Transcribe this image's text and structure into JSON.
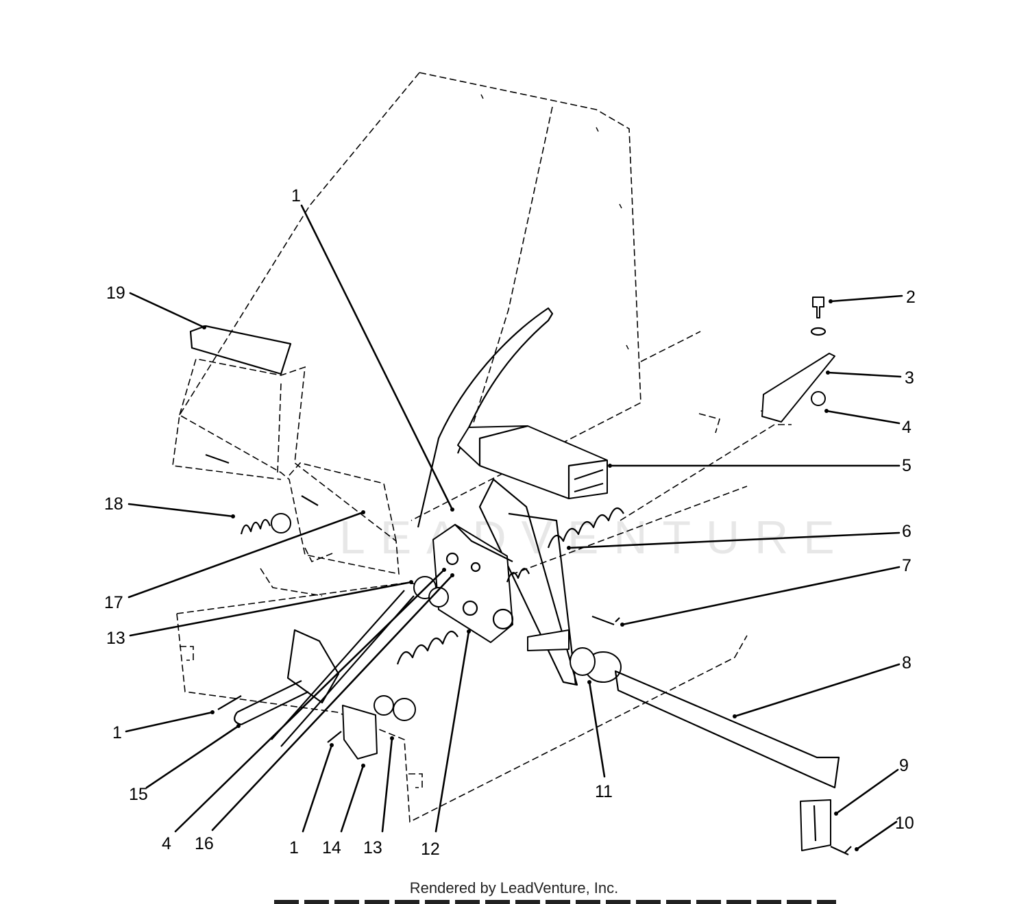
{
  "watermark": {
    "text": "LEADVENTURE"
  },
  "footer": {
    "text": "Rendered by LeadVenture, Inc."
  },
  "callouts": [
    {
      "id": "c1a",
      "label": "1"
    },
    {
      "id": "c19",
      "label": "19"
    },
    {
      "id": "c18",
      "label": "18"
    },
    {
      "id": "c17",
      "label": "17"
    },
    {
      "id": "c13a",
      "label": "13"
    },
    {
      "id": "c1b",
      "label": "1"
    },
    {
      "id": "c15",
      "label": "15"
    },
    {
      "id": "c4a",
      "label": "4"
    },
    {
      "id": "c16",
      "label": "16"
    },
    {
      "id": "c1c",
      "label": "1"
    },
    {
      "id": "c14",
      "label": "14"
    },
    {
      "id": "c13b",
      "label": "13"
    },
    {
      "id": "c12",
      "label": "12"
    },
    {
      "id": "c11",
      "label": "11"
    },
    {
      "id": "c2",
      "label": "2"
    },
    {
      "id": "c3",
      "label": "3"
    },
    {
      "id": "c4b",
      "label": "4"
    },
    {
      "id": "c5",
      "label": "5"
    },
    {
      "id": "c6",
      "label": "6"
    },
    {
      "id": "c7",
      "label": "7"
    },
    {
      "id": "c8",
      "label": "8"
    },
    {
      "id": "c9",
      "label": "9"
    },
    {
      "id": "c10",
      "label": "10"
    }
  ]
}
